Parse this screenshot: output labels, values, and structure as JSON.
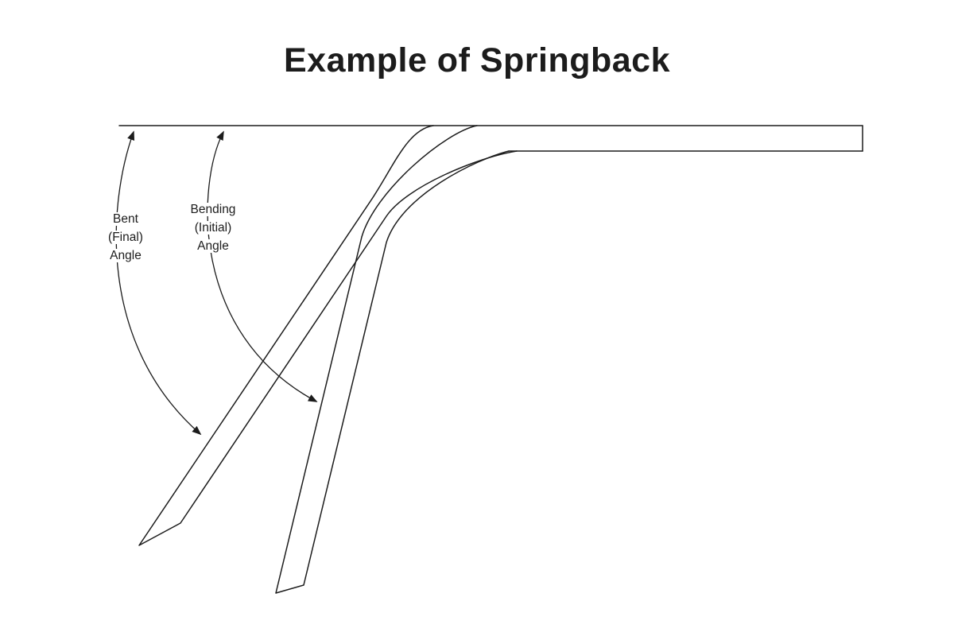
{
  "title": "Example of Springback",
  "labels": {
    "final": {
      "line1": "Bent",
      "line2": "(Final)",
      "line3": "Angle"
    },
    "initial": {
      "line1": "Bending",
      "line2": "(Initial)",
      "line3": "Angle"
    }
  },
  "colors": {
    "background": "#ffffff",
    "line": "#1c1c1c",
    "text": "#1c1c1c"
  }
}
